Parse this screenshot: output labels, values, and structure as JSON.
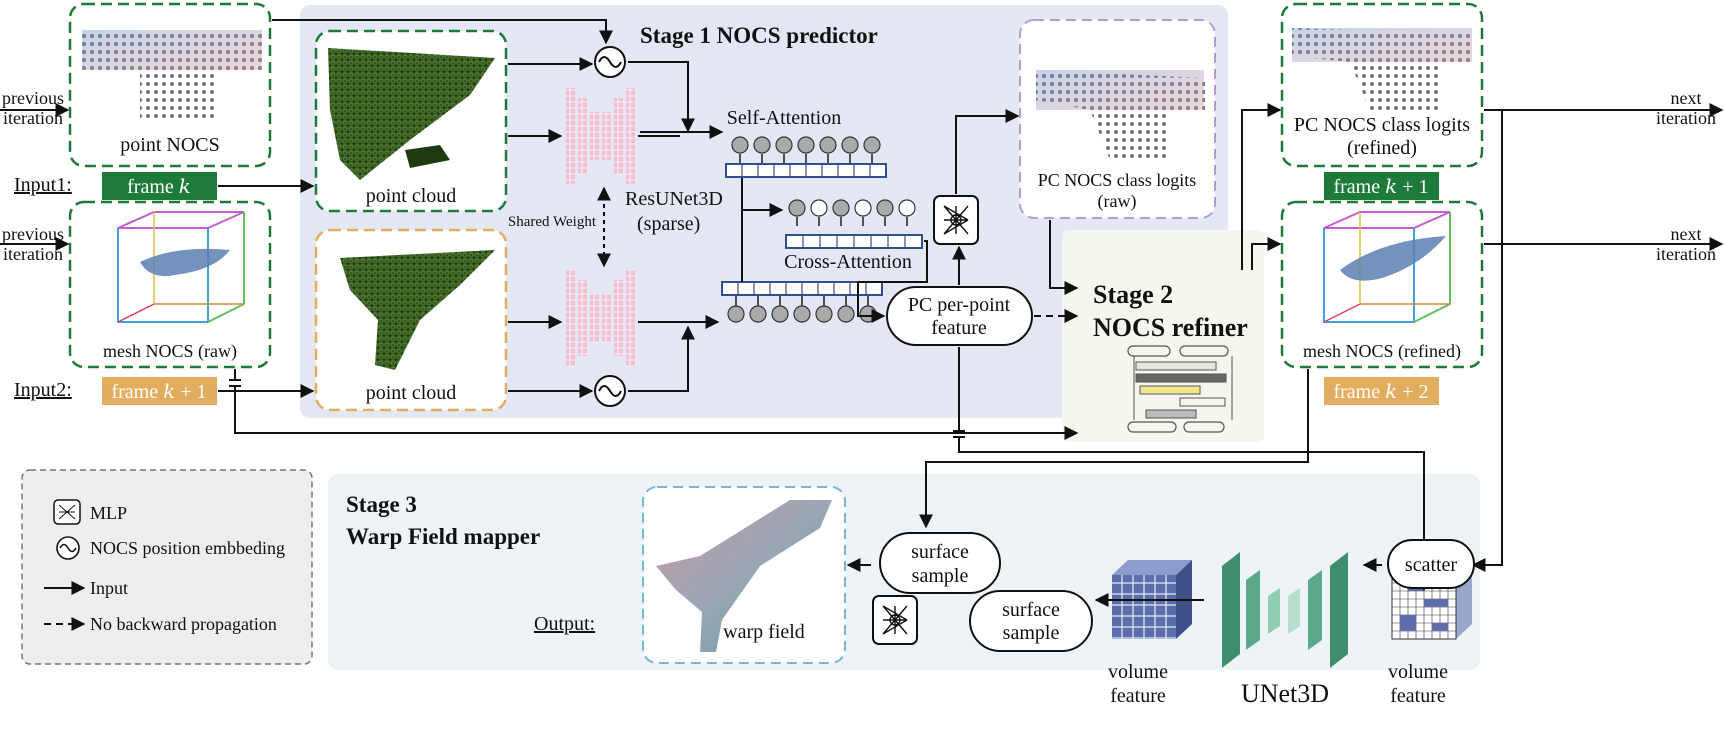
{
  "stage1": {
    "title": "Stage 1 NOCS predictor"
  },
  "stage2": {
    "title_line1": "Stage 2",
    "title_line2": "NOCS refiner"
  },
  "stage3": {
    "title_line1": "Stage 3",
    "title_line2": "Warp Field mapper"
  },
  "inputs": {
    "input1_label": "Input1:",
    "input2_label": "Input2:",
    "frame_k": "frame 𝑘",
    "frame_k1": "frame 𝑘 + 1",
    "frame_k2": "frame 𝑘 + 2",
    "previous_iteration_line1": "previous",
    "previous_iteration_line2": "iteration",
    "next_iteration_line1": "next",
    "next_iteration_line2": "iteration"
  },
  "panels": {
    "point_nocs": "point NOCS",
    "mesh_nocs_raw": "mesh NOCS (raw)",
    "point_cloud": "point cloud",
    "pc_logits_raw_line1": "PC NOCS class logits",
    "pc_logits_raw_line2": "(raw)",
    "pc_logits_refined_line1": "PC NOCS class logits",
    "pc_logits_refined_line2": "(refined)",
    "mesh_nocs_refined": "mesh NOCS (refined)",
    "warp_field": "warp field"
  },
  "network": {
    "resunet_line1": "ResUNet3D",
    "resunet_line2": "(sparse)",
    "shared_weight": "Shared Weight",
    "self_attention": "Self-Attention",
    "cross_attention": "Cross-Attention",
    "pc_feature_line1": "PC per-point",
    "pc_feature_line2": "feature",
    "surface_sample_line1": "surface",
    "surface_sample_line2": "sample",
    "volume_feature_line1": "volume",
    "volume_feature_line2": "feature",
    "unet3d": "UNet3D",
    "scatter": "scatter",
    "output_label": "Output:"
  },
  "legend": {
    "mlp": "MLP",
    "nocs_embedding": "NOCS position embbeding",
    "input": "Input",
    "no_backward": "No backward propagation"
  },
  "colors": {
    "green": "#1e7a3a",
    "orange": "#e2ad5f",
    "pink": "#e6a3bf",
    "attn_blue": "#2f4f8f",
    "stage1_bg": "#e4e8f4",
    "stage3_bg": "#eef3f8",
    "legend_bg": "#eeeeee"
  }
}
